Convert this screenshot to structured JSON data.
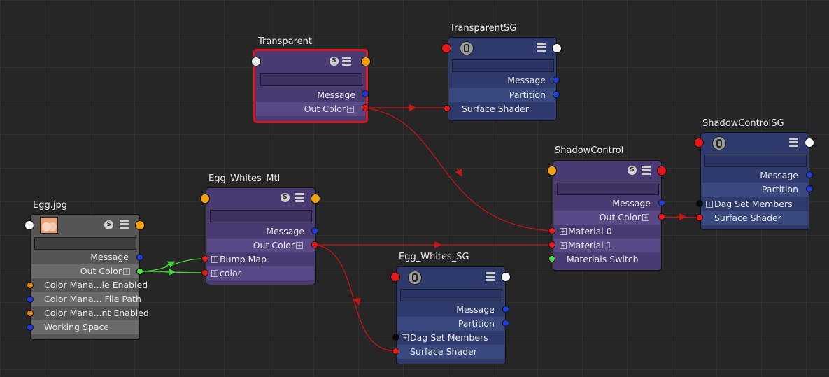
{
  "nodes": {
    "transparent": {
      "title": "Transparent",
      "rows": {
        "message": "Message",
        "out_color": "Out Color"
      },
      "icons": [
        "shader-s-icon",
        "attribute-stack-icon"
      ]
    },
    "transparent_sg": {
      "title": "TransparentSG",
      "rows": {
        "message": "Message",
        "partition": "Partition",
        "surface_shader": "Surface Shader"
      },
      "icons": [
        "shading-group-icon",
        "attribute-stack-icon"
      ]
    },
    "shadow_control": {
      "title": "ShadowControl",
      "rows": {
        "message": "Message",
        "out_color": "Out Color",
        "material0": "Material 0",
        "material1": "Material 1",
        "materials_switch": "Materials Switch"
      },
      "icons": [
        "shader-s-icon",
        "attribute-stack-icon"
      ]
    },
    "shadow_control_sg": {
      "title": "ShadowControlSG",
      "rows": {
        "message": "Message",
        "partition": "Partition",
        "dag_set_members": "Dag Set Members",
        "surface_shader": "Surface Shader"
      },
      "icons": [
        "shading-group-icon",
        "attribute-stack-icon"
      ]
    },
    "egg_whites_mtl": {
      "title": "Egg_Whites_Mtl",
      "rows": {
        "message": "Message",
        "out_color": "Out Color",
        "bump_map": "Bump Map",
        "color": "color"
      },
      "icons": [
        "shader-s-icon",
        "attribute-stack-icon"
      ]
    },
    "egg_jpg": {
      "title": "Egg.jpg",
      "rows": {
        "message": "Message",
        "out_color": "Out Color",
        "cm_enabled": "Color Mana...le Enabled",
        "cm_file_path": "Color Mana... File Path",
        "cm_nt_enabled": "Color Mana...nt Enabled",
        "working_space": "Working Space"
      },
      "icons": [
        "texture-thumbnail",
        "shader-s-icon",
        "attribute-stack-icon"
      ]
    },
    "egg_whites_sg": {
      "title": "Egg_Whites_SG",
      "rows": {
        "message": "Message",
        "partition": "Partition",
        "dag_set_members": "Dag Set Members",
        "surface_shader": "Surface Shader"
      },
      "icons": [
        "shading-group-icon",
        "attribute-stack-icon"
      ]
    }
  },
  "colors": {
    "shader_node": "#4a3a72",
    "shading_group_node": "#2e3a6c",
    "texture_node": "#565656",
    "selection": "#e0141e",
    "wire_red": "#c81414",
    "wire_green": "#46d23c"
  },
  "connections": [
    {
      "from": "Transparent.Out Color",
      "to": "TransparentSG.Surface Shader"
    },
    {
      "from": "Transparent.Out Color",
      "to": "ShadowControl.Material 0"
    },
    {
      "from": "Egg_Whites_Mtl.Out Color",
      "to": "ShadowControl.Material 1"
    },
    {
      "from": "Egg_Whites_Mtl.Out Color",
      "to": "Egg_Whites_SG.Surface Shader"
    },
    {
      "from": "ShadowControl.Out Color",
      "to": "ShadowControlSG.Surface Shader"
    },
    {
      "from": "Egg.jpg.Out Color",
      "to": "Egg_Whites_Mtl.Bump Map"
    },
    {
      "from": "Egg.jpg.Out Color",
      "to": "Egg_Whites_Mtl.color"
    }
  ]
}
